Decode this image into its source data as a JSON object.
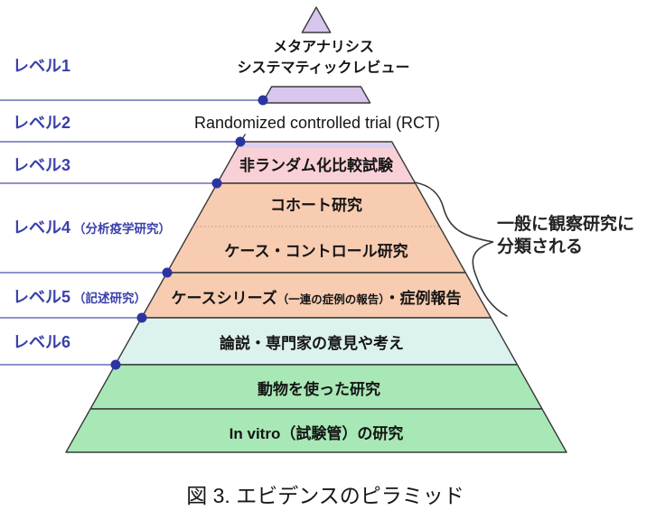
{
  "caption": "図 3. エビデンスのピラミッド",
  "annotation": {
    "line1": "一般に観察研究に",
    "line2": "分類される"
  },
  "levels": [
    {
      "label": "レベル1",
      "note": ""
    },
    {
      "label": "レベル2",
      "note": ""
    },
    {
      "label": "レベル3",
      "note": ""
    },
    {
      "label": "レベル4",
      "note": "（分析疫学研究）"
    },
    {
      "label": "レベル5",
      "note": "（記述研究）"
    },
    {
      "label": "レベル6",
      "note": ""
    }
  ],
  "tiers": {
    "meta_line1": "メタアナリシス",
    "meta_line2": "システマティックレビュー",
    "rct": "Randomized controlled trial (RCT)",
    "non_randomized": "非ランダム化比較試験",
    "cohort": "コホート研究",
    "case_control": "ケース・コントロール研究",
    "case_series_main": "ケースシリーズ",
    "case_series_paren": "（一連の症例の報告）",
    "case_series_tail": "・症例報告",
    "expert": "論説・専門家の意見や考え",
    "animal": "動物を使った研究",
    "in_vitro": "In vitro（試験管）の研究"
  },
  "colors": {
    "tier_purple": "#d8c6ee",
    "tier_purple_light": "#dbd0f2",
    "tier_pink": "#f8d0d6",
    "tier_salmon": "#f8ccb1",
    "tier_cyan": "#dcf2ee",
    "tier_green": "#a8e8b6",
    "level_blue": "#3a40aa",
    "line_blue": "#6a6eb8",
    "dot_blue": "#2c34a4",
    "outline": "#3a3a3a"
  }
}
